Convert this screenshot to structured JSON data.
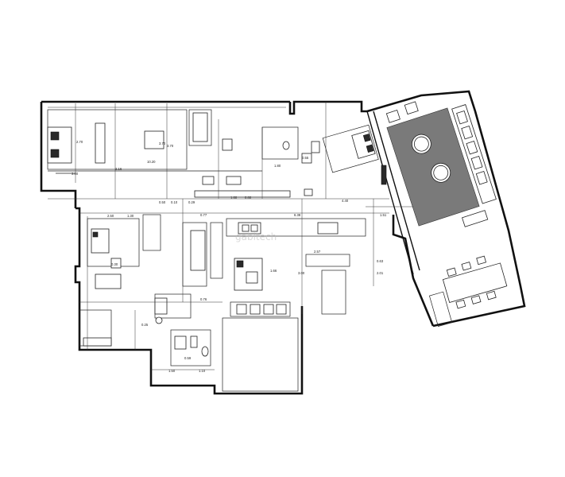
{
  "watermark": "gabitech",
  "dims": [
    {
      "t": "2.70"
    },
    {
      "t": "3.70"
    },
    {
      "t": "10.20"
    },
    {
      "t": "3.70"
    },
    {
      "t": "3.00"
    },
    {
      "t": "2.16"
    },
    {
      "t": "1.80"
    },
    {
      "t": "0.55"
    },
    {
      "t": "0.50"
    },
    {
      "t": "1.60"
    },
    {
      "t": "0.10"
    },
    {
      "t": "0.29"
    },
    {
      "t": "0.80"
    },
    {
      "t": "4.40"
    },
    {
      "t": "2.50"
    },
    {
      "t": "1.30"
    },
    {
      "t": "0.77"
    },
    {
      "t": "6.38"
    },
    {
      "t": "1.51"
    },
    {
      "t": "2.57"
    },
    {
      "t": "3.00"
    },
    {
      "t": "0.30"
    },
    {
      "t": "1.66"
    },
    {
      "t": "0.76"
    },
    {
      "t": "0.25"
    },
    {
      "t": "1.50"
    },
    {
      "t": "1.10"
    },
    {
      "t": "0.59"
    },
    {
      "t": "0.63"
    },
    {
      "t": "2.01"
    }
  ]
}
